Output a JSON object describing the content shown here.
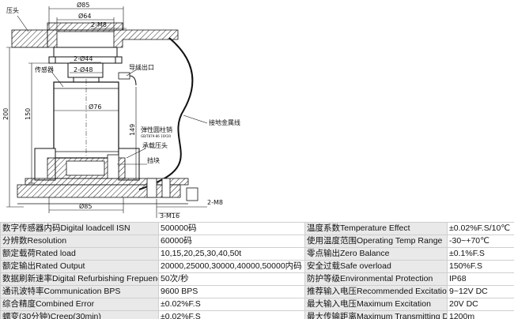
{
  "drawing": {
    "labels": {
      "pressure_head": "压头",
      "dia_85_top": "Ø85",
      "dia_64": "Ø64",
      "m8_top": "2-M8",
      "dia_44": "2-Ø44",
      "dia_48": "2-Ø48",
      "sensor": "传感器",
      "cable_outlet": "导线出口",
      "dia_76": "Ø76",
      "ground_strap": "接地金属线",
      "height_200": "200",
      "height_150": "150",
      "height_149": "149",
      "elastic_pin": "弹性圆柱销",
      "pin_standard": "GB/T879-86 10X30",
      "bearing_head": "承载压头",
      "stopper": "挡块",
      "dia_85_bottom": "Ø85",
      "m8_bottom": "2-M8",
      "m16": "3-M16"
    }
  },
  "specs": [
    {
      "k1": "数字传感器内码Digital loadcell ISN",
      "v1": "500000码",
      "k2": "温度系数Temperature Effect",
      "v2": "±0.02%F.S/10℃"
    },
    {
      "k1": "分辨数Resolution",
      "v1": "60000码",
      "k2": "使用温度范围Operating Temp Range",
      "v2": "-30~+70℃"
    },
    {
      "k1": "额定载荷Rated load",
      "v1": "10,15,20,25,30,40,50t",
      "k2": "零点输出Zero Balance",
      "v2": "±0.1%F.S"
    },
    {
      "k1": "额定输出Rated Output",
      "v1": "20000,25000,30000,40000,50000内码",
      "k2": "安全过载Safe overload",
      "v2": "150%F.S"
    },
    {
      "k1": "数据刷新速率Digital Refurbishing Frepuency",
      "v1": "50次/秒",
      "k2": "防护等级Environmental Protection",
      "v2": "IP68"
    },
    {
      "k1": "通讯波特率Communication BPS",
      "v1": "9600 BPS",
      "k2": "推荐输入电压Recommended Excitation",
      "v2": "9~12V DC"
    },
    {
      "k1": "综合精度Combined Error",
      "v1": "±0.02%F.S",
      "k2": "最大输入电压Maximum Excitation",
      "v2": "20V DC"
    },
    {
      "k1": "蠕变(30分钟)Creep(30min)",
      "v1": "±0.02%F.S",
      "k2": "最大传输距离Maximum Transmitting Distance",
      "v2": "1200m"
    }
  ]
}
